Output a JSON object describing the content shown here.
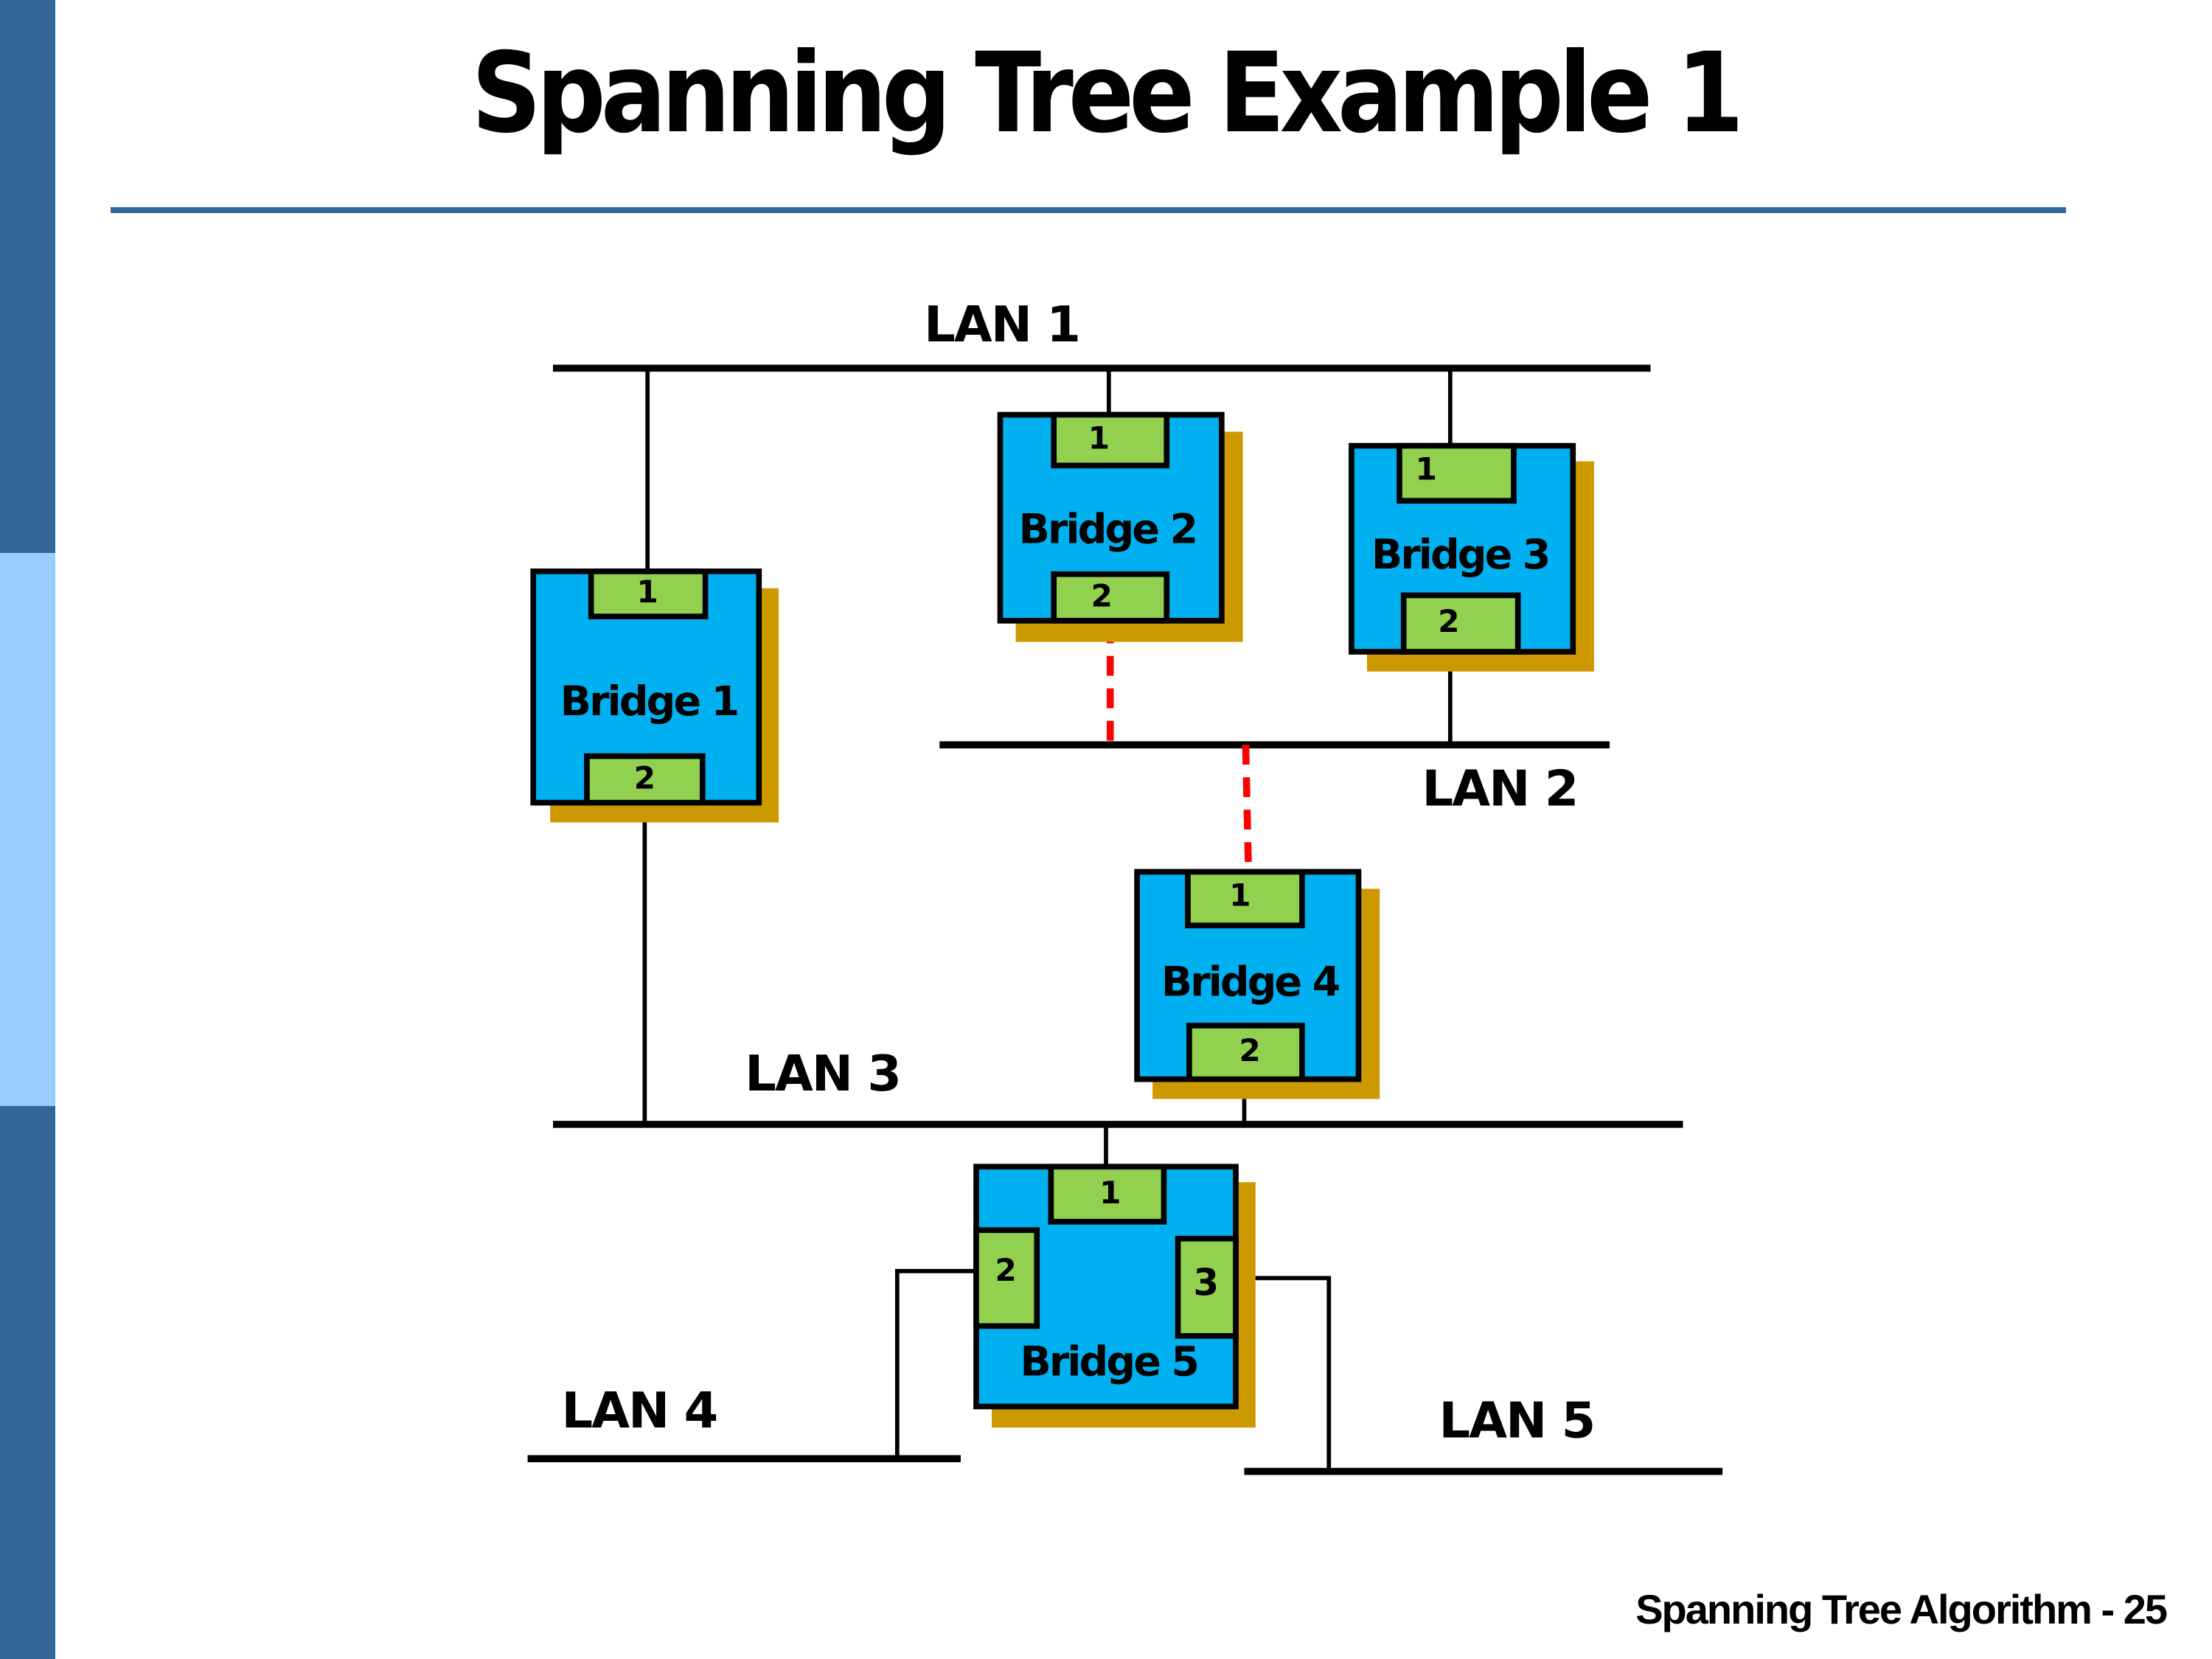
{
  "slide": {
    "title": "Spanning Tree Example 1",
    "footer": "Spanning Tree Algorithm - 25",
    "colors": {
      "sidebar_dark": "#336699",
      "sidebar_light": "#99CCFF",
      "bridge_fill": "#00B0F0",
      "port_fill": "#92D050",
      "shadow": "#CC9900",
      "blocked_link": "#FF0000"
    }
  },
  "lans": [
    {
      "id": "lan1",
      "label": "LAN 1"
    },
    {
      "id": "lan2",
      "label": "LAN 2"
    },
    {
      "id": "lan3",
      "label": "LAN 3"
    },
    {
      "id": "lan4",
      "label": "LAN 4"
    },
    {
      "id": "lan5",
      "label": "LAN 5"
    }
  ],
  "bridges": [
    {
      "id": "bridge1",
      "label": "Bridge 1",
      "ports": [
        "1",
        "2"
      ]
    },
    {
      "id": "bridge2",
      "label": "Bridge 2",
      "ports": [
        "1",
        "2"
      ]
    },
    {
      "id": "bridge3",
      "label": "Bridge 3",
      "ports": [
        "1",
        "2"
      ]
    },
    {
      "id": "bridge4",
      "label": "Bridge 4",
      "ports": [
        "1",
        "2"
      ]
    },
    {
      "id": "bridge5",
      "label": "Bridge 5",
      "ports": [
        "1",
        "2",
        "3"
      ]
    }
  ],
  "links": [
    {
      "bridge": "Bridge 1",
      "port": "1",
      "lan": "LAN 1",
      "state": "active"
    },
    {
      "bridge": "Bridge 1",
      "port": "2",
      "lan": "LAN 3",
      "state": "active"
    },
    {
      "bridge": "Bridge 2",
      "port": "1",
      "lan": "LAN 1",
      "state": "active"
    },
    {
      "bridge": "Bridge 2",
      "port": "2",
      "lan": "LAN 2",
      "state": "blocked"
    },
    {
      "bridge": "Bridge 3",
      "port": "1",
      "lan": "LAN 1",
      "state": "active"
    },
    {
      "bridge": "Bridge 3",
      "port": "2",
      "lan": "LAN 2",
      "state": "active"
    },
    {
      "bridge": "Bridge 4",
      "port": "1",
      "lan": "LAN 2",
      "state": "blocked"
    },
    {
      "bridge": "Bridge 4",
      "port": "2",
      "lan": "LAN 3",
      "state": "active"
    },
    {
      "bridge": "Bridge 5",
      "port": "1",
      "lan": "LAN 3",
      "state": "active"
    },
    {
      "bridge": "Bridge 5",
      "port": "2",
      "lan": "LAN 4",
      "state": "active"
    },
    {
      "bridge": "Bridge 5",
      "port": "3",
      "lan": "LAN 5",
      "state": "active"
    }
  ]
}
